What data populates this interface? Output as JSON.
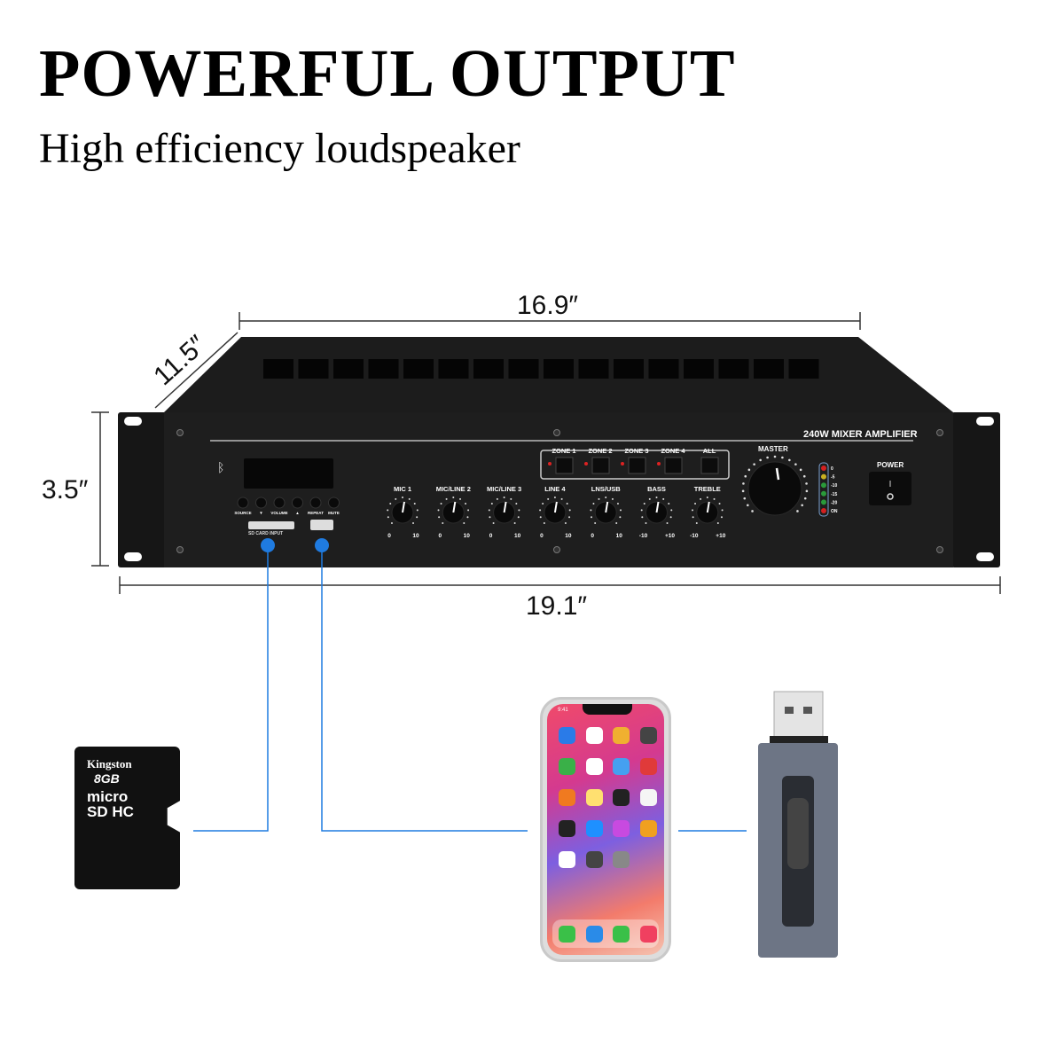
{
  "heading": {
    "title": "POWERFUL OUTPUT",
    "subtitle": "High efficiency loudspeaker"
  },
  "dimensions": {
    "width_top": "16.9″",
    "depth": "11.5″",
    "height": "3.5″",
    "width_total": "19.1″"
  },
  "amplifier": {
    "model_label": "240W MIXER AMPLIFIER",
    "media_buttons": [
      "SOURCE",
      "▼",
      "VOLUME",
      "▲",
      "REPEAT",
      "MUTE"
    ],
    "sd_label": "SD CARD INPUT",
    "zones": [
      "ZONE 1",
      "ZONE 2",
      "ZONE 3",
      "ZONE 4",
      "ALL"
    ],
    "knobs": [
      {
        "label": "MIC 1",
        "min": "0",
        "max": "10"
      },
      {
        "label": "MIC/LINE 2",
        "min": "0",
        "max": "10"
      },
      {
        "label": "MIC/LINE 3",
        "min": "0",
        "max": "10"
      },
      {
        "label": "LINE 4",
        "min": "0",
        "max": "10"
      },
      {
        "label": "LNS/USB",
        "min": "0",
        "max": "10"
      },
      {
        "label": "BASS",
        "min": "-10",
        "max": "+10"
      },
      {
        "label": "TREBLE",
        "min": "-10",
        "max": "+10"
      }
    ],
    "master_label": "MASTER",
    "meter": [
      {
        "label": "0",
        "color": "#d42020"
      },
      {
        "label": "-5",
        "color": "#c9b020"
      },
      {
        "label": "-10",
        "color": "#2a9a3a"
      },
      {
        "label": "-15",
        "color": "#2a9a3a"
      },
      {
        "label": "-20",
        "color": "#2a9a3a"
      },
      {
        "label": "ON",
        "color": "#d42020"
      }
    ],
    "power_label": "POWER"
  },
  "sd_card": {
    "brand": "Kingston",
    "capacity": "8GB",
    "type": "micro SD HC"
  },
  "phone": {
    "time": "9:41"
  },
  "accent": "#1f7be0"
}
